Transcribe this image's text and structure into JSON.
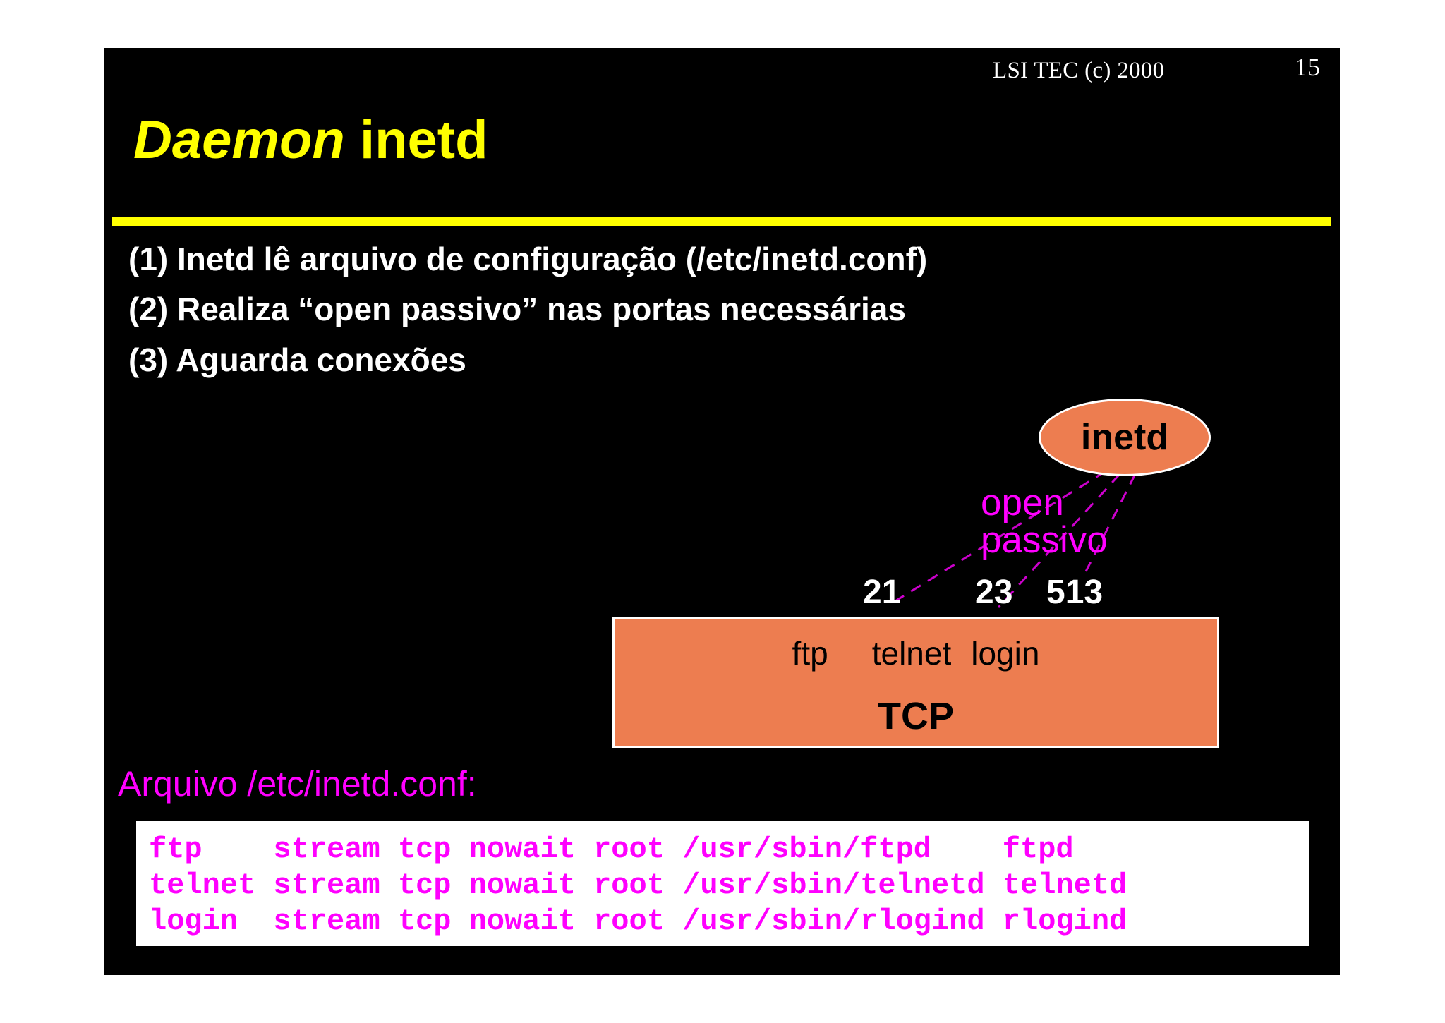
{
  "header": {
    "organization": "LSI TEC (c) 2000",
    "page_number": "15"
  },
  "title": {
    "emphasis": "Daemon",
    "rest": " inetd"
  },
  "bullets": [
    "(1) Inetd lê arquivo de configuração (/etc/inetd.conf)",
    "(2) Realiza “open passivo” nas portas necessárias",
    "(3) Aguarda conexões"
  ],
  "diagram": {
    "daemon_node": "inetd",
    "connector_label_line1": "open",
    "connector_label_line2": "passivo",
    "ports": [
      "21",
      "23",
      "513"
    ],
    "services": [
      "ftp",
      "telnet",
      "login"
    ],
    "protocol": "TCP",
    "colors": {
      "node_fill": "#ED7D50",
      "connector": "#ff00ff",
      "port_text": "#ffffff"
    }
  },
  "config": {
    "caption": "Arquivo /etc/inetd.conf:",
    "lines": [
      "ftp    stream tcp nowait root /usr/sbin/ftpd    ftpd",
      "telnet stream tcp nowait root /usr/sbin/telnetd telnetd",
      "login  stream tcp nowait root /usr/sbin/rlogind rlogind"
    ],
    "text_color": "#ff00ff",
    "background": "#ffffff"
  }
}
